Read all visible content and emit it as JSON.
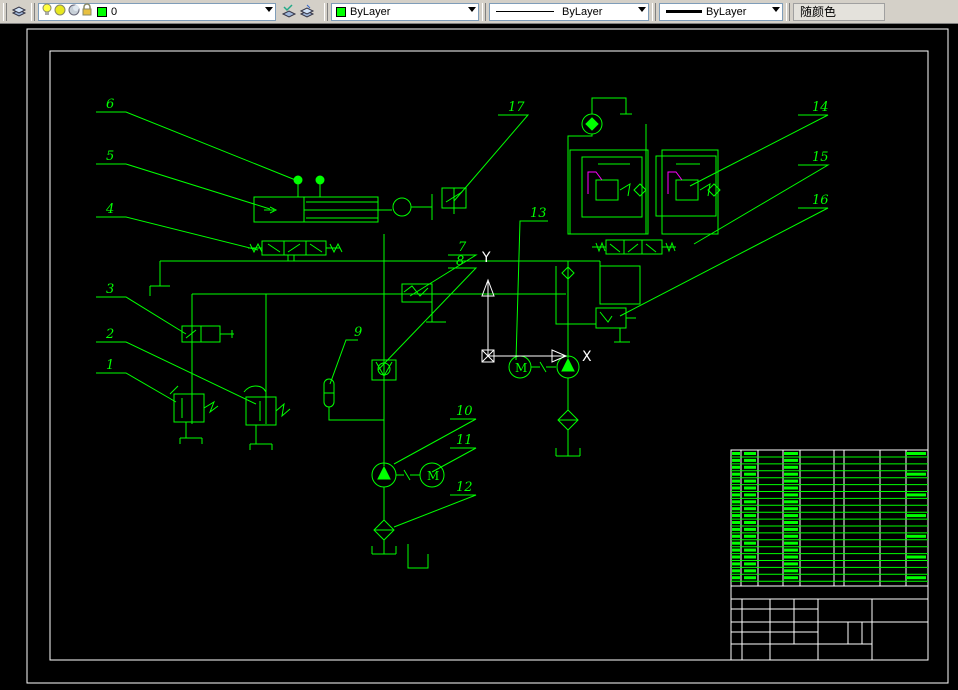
{
  "toolbar": {
    "layer_name": "0",
    "color_value": "ByLayer",
    "linetype_value": "ByLayer",
    "lineweight_value": "ByLayer",
    "plotstyle_value": "随颜色"
  },
  "icons": {
    "layers": "layer-stack-icon",
    "light": "lightbulb-icon",
    "sun": "sun-icon",
    "freeze": "snowflake-icon",
    "lock": "lock-icon",
    "make_current": "layer-current-icon",
    "previous": "layer-previous-icon"
  },
  "colors": {
    "linework": "#00ff00",
    "background": "#000000",
    "frame": "#ffffff",
    "magenta": "#ff00ff"
  },
  "drawing": {
    "callouts": [
      "1",
      "2",
      "3",
      "4",
      "5",
      "6",
      "7",
      "8",
      "9",
      "10",
      "11",
      "12",
      "13",
      "14",
      "15",
      "16",
      "17"
    ],
    "axis_x": "X",
    "axis_y": "Y",
    "motor_label": "M"
  }
}
